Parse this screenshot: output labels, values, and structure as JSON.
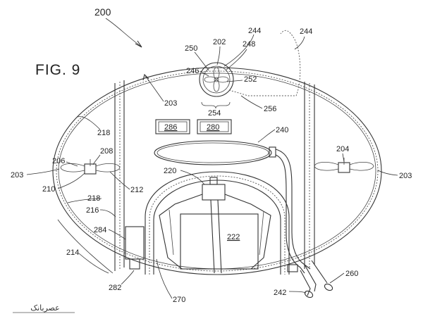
{
  "figure": {
    "title": "FIG. 9",
    "main_ref": "200",
    "watermark": "عصربانک"
  },
  "boxes": {
    "box_286": "286",
    "box_280": "280",
    "engine_222": "222"
  },
  "labels": {
    "l244a": "244",
    "l202": "202",
    "l248": "248",
    "l250": "250",
    "l244b": "244",
    "l246": "246",
    "l252": "252",
    "l203top": "203",
    "l254": "254",
    "l256": "256",
    "l218a": "218",
    "l240": "240",
    "l206": "206",
    "l208": "208",
    "l204": "204",
    "l203left": "203",
    "l203right": "203",
    "l220": "220",
    "l210": "210",
    "l212": "212",
    "l218b": "218",
    "l216": "216",
    "l284": "284",
    "l214": "214",
    "l282": "282",
    "l270": "270",
    "l260": "260",
    "l242": "242"
  }
}
